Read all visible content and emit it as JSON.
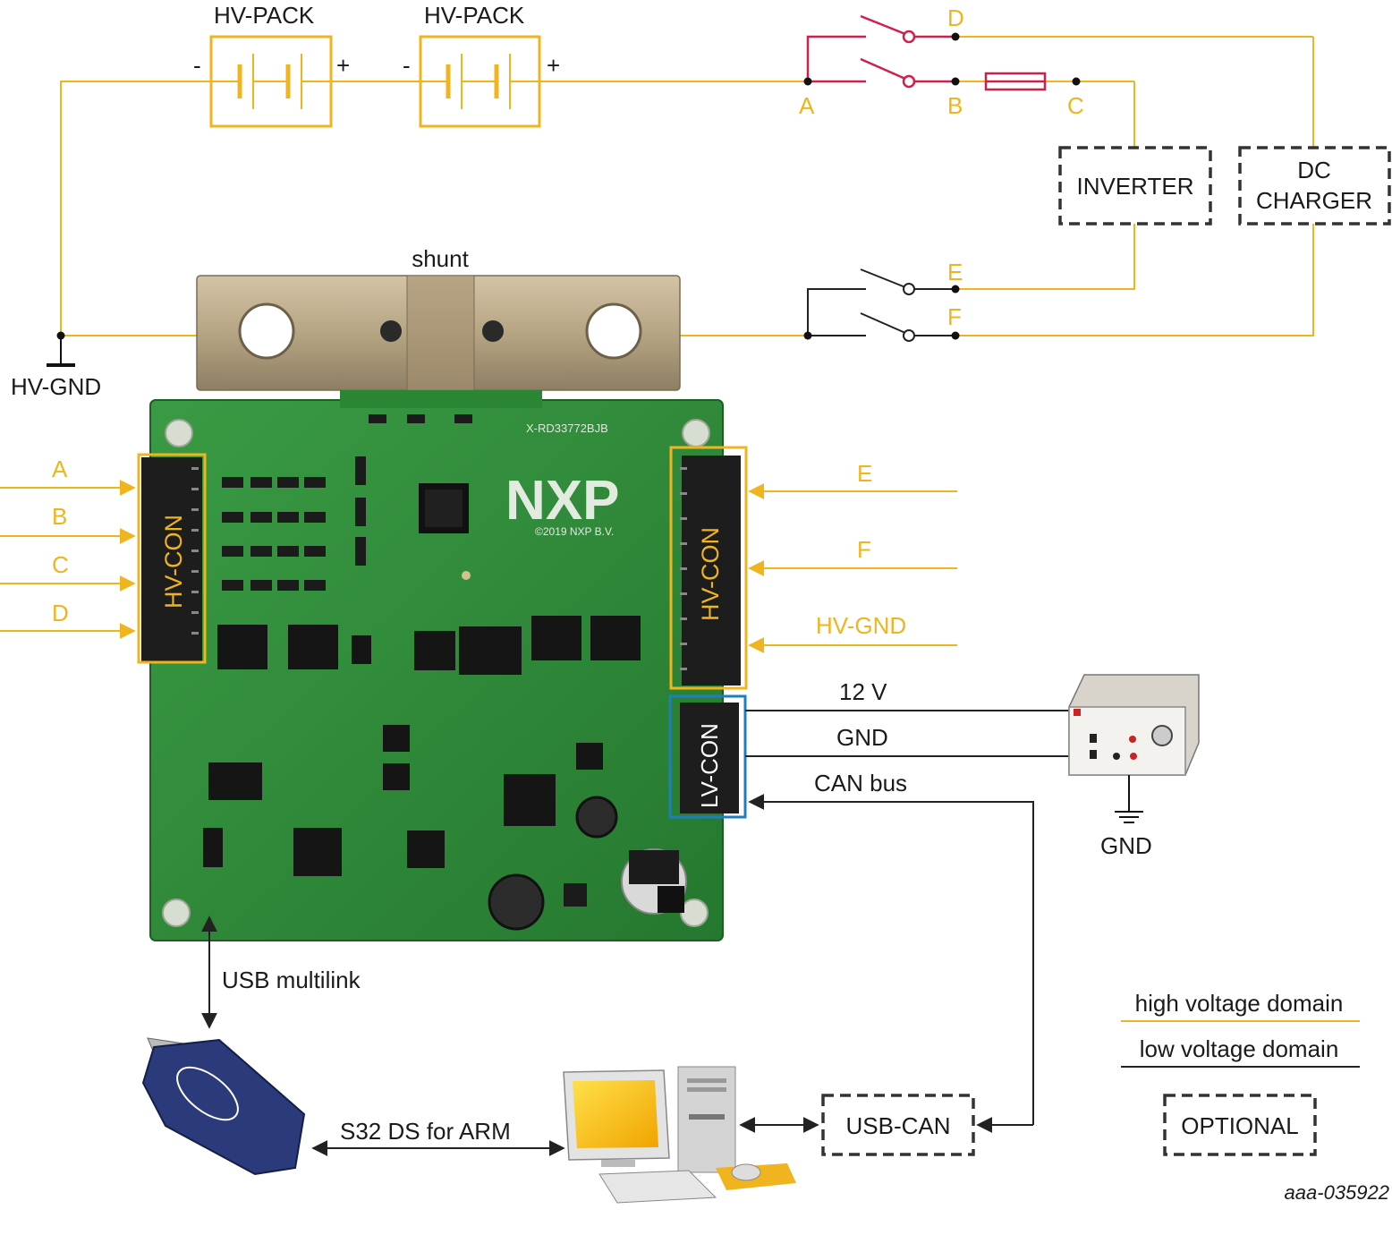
{
  "colors": {
    "high_voltage": "#f0b41e",
    "low_voltage": "#222222",
    "hv_switch": "#d0204a",
    "lv_connector": "#1e7fc0",
    "pcb": "#2f8f3a",
    "shunt": "#b9a98a"
  },
  "top": {
    "pack1_label": "HV-PACK",
    "pack2_label": "HV-PACK",
    "minus": "-",
    "plus": "+",
    "node_a": "A",
    "node_b": "B",
    "node_c": "C",
    "node_d": "D",
    "node_e": "E",
    "node_f": "F",
    "inverter": "INVERTER",
    "dc_charger_line1": "DC",
    "dc_charger_line2": "CHARGER",
    "shunt": "shunt",
    "hv_gnd": "HV-GND"
  },
  "board": {
    "silk_board_id": "X-RD33772BJB",
    "logo": "NXP",
    "copyright": "©2019 NXP B.V.",
    "hv_con_left": "HV-CON",
    "hv_con_right": "HV-CON",
    "lv_con": "LV-CON"
  },
  "left_inputs": [
    "A",
    "B",
    "C",
    "D"
  ],
  "right_inputs": [
    "E",
    "F",
    "HV-GND"
  ],
  "lv": {
    "v12": "12 V",
    "gnd": "GND",
    "can_bus": "CAN bus",
    "psu_gnd": "GND"
  },
  "bottom": {
    "usb_multilink": "USB multilink",
    "s32ds": "S32 DS for ARM",
    "usb_can": "USB-CAN"
  },
  "legend": {
    "high_voltage": "high voltage domain",
    "low_voltage": "low voltage domain",
    "optional": "OPTIONAL"
  },
  "figure_id": "aaa-035922"
}
